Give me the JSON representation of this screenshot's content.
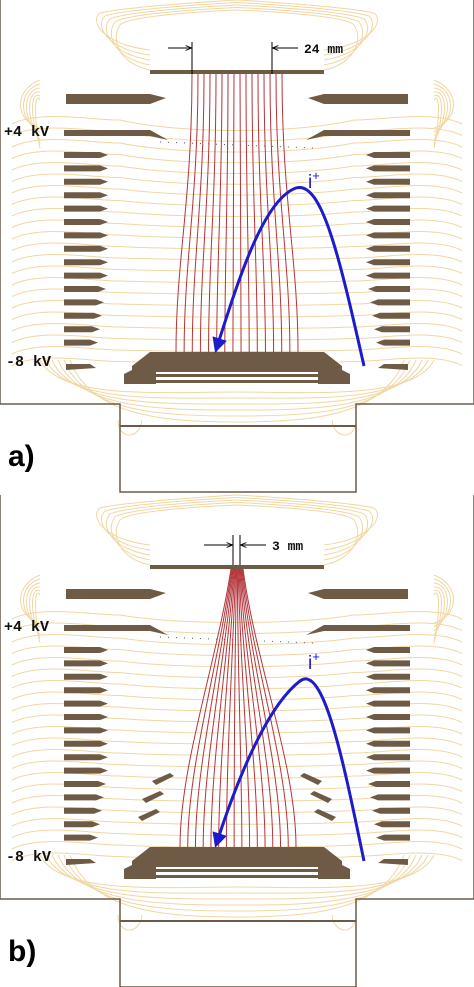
{
  "figure": {
    "panels": [
      {
        "label": "a)",
        "voltage_top": "+4 kV",
        "voltage_bottom": "-8 kV",
        "dimension": "24 mm",
        "ion_label": "i",
        "ion_charge": "+"
      },
      {
        "label": "b)",
        "voltage_top": "+4 kV",
        "voltage_bottom": "-8 kV",
        "dimension": "3 mm",
        "ion_label": "i",
        "ion_charge": "+"
      }
    ],
    "colors": {
      "electrode": "#6e5a45",
      "equipotential": "#f0d7a3",
      "trajectory": "#b3353a",
      "ion_path": "#1c1ccc",
      "frame": "#6b5a4b"
    }
  }
}
